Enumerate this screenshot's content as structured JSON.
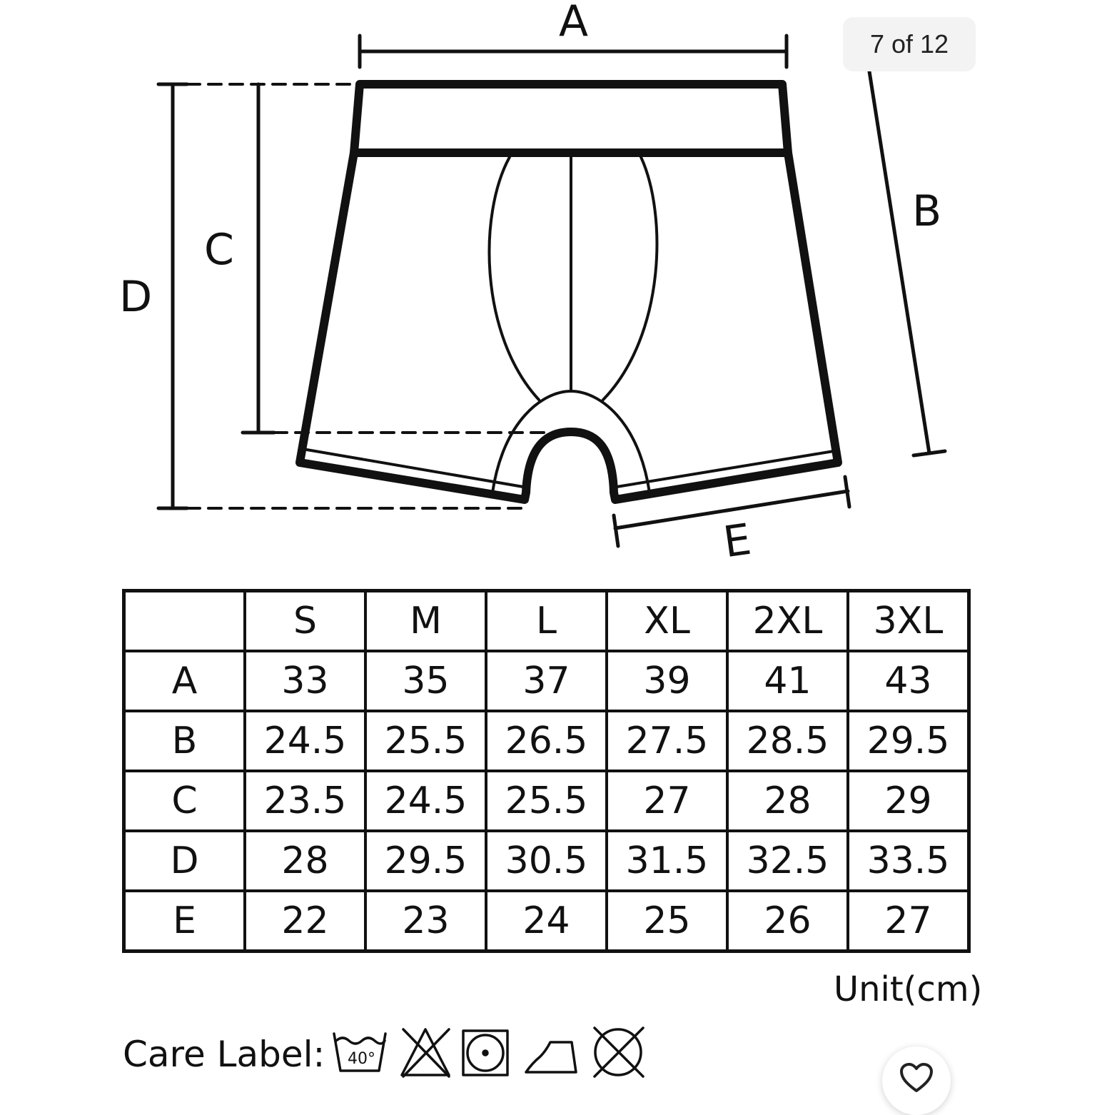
{
  "image_counter": "7 of 12",
  "diagram": {
    "labels": {
      "a": "A",
      "b": "B",
      "c": "C",
      "d": "D",
      "e": "E"
    }
  },
  "size_table": {
    "headers": [
      "",
      "S",
      "M",
      "L",
      "XL",
      "2XL",
      "3XL"
    ],
    "rows": [
      [
        "A",
        "33",
        "35",
        "37",
        "39",
        "41",
        "43"
      ],
      [
        "B",
        "24.5",
        "25.5",
        "26.5",
        "27.5",
        "28.5",
        "29.5"
      ],
      [
        "C",
        "23.5",
        "24.5",
        "25.5",
        "27",
        "28",
        "29"
      ],
      [
        "D",
        "28",
        "29.5",
        "30.5",
        "31.5",
        "32.5",
        "33.5"
      ],
      [
        "E",
        "22",
        "23",
        "24",
        "25",
        "26",
        "27"
      ]
    ],
    "unit": "Unit(cm)"
  },
  "care": {
    "label": "Care Label:",
    "wash_temp": "40°",
    "icons": [
      "wash-40-icon",
      "no-bleach-icon",
      "tumble-dry-icon",
      "iron-icon",
      "no-dry-clean-icon"
    ]
  },
  "favorite_icon": "heart-icon"
}
